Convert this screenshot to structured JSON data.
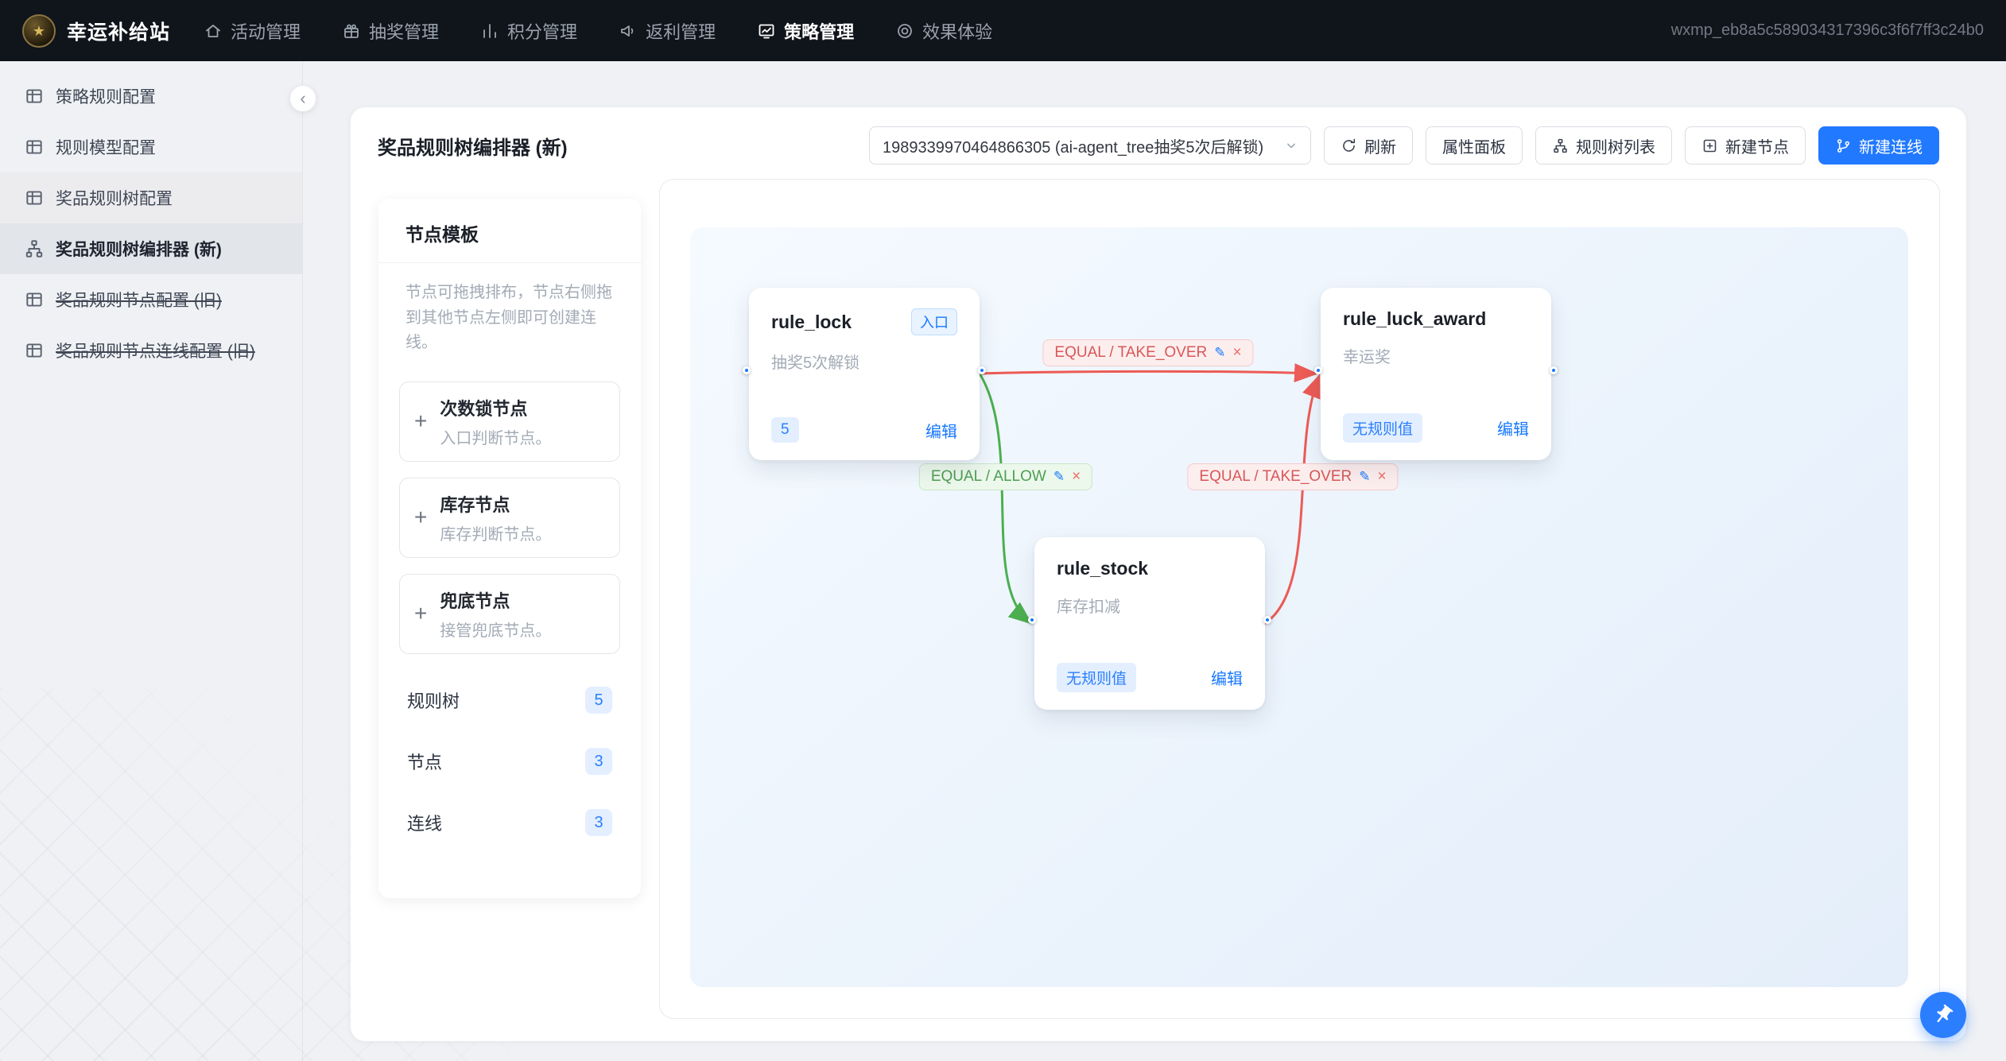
{
  "topbar": {
    "brand": "幸运补给站",
    "nav": [
      {
        "label": "活动管理"
      },
      {
        "label": "抽奖管理"
      },
      {
        "label": "积分管理"
      },
      {
        "label": "返利管理"
      },
      {
        "label": "策略管理"
      },
      {
        "label": "效果体验"
      }
    ],
    "session_id": "wxmp_eb8a5c589034317396c3f6f7ff3c24b0"
  },
  "sidebar": {
    "items": [
      {
        "label": "策略规则配置"
      },
      {
        "label": "规则模型配置"
      },
      {
        "label": "奖品规则树配置"
      },
      {
        "label": "奖品规则树编排器 (新)"
      },
      {
        "label": "奖品规则节点配置 (旧)"
      },
      {
        "label": "奖品规则节点连线配置 (旧)"
      }
    ]
  },
  "editor": {
    "title": "奖品规则树编排器 (新)",
    "tree_select_value": "1989339970464866305 (ai-agent_tree抽奖5次后解锁)",
    "refresh_label": "刷新",
    "properties_label": "属性面板",
    "tree_list_label": "规则树列表",
    "new_node_label": "新建节点",
    "new_edge_label": "新建连线"
  },
  "templates": {
    "title": "节点模板",
    "hint": "节点可拖拽排布，节点右侧拖到其他节点左侧即可创建连线。",
    "items": [
      {
        "name": "次数锁节点",
        "desc": "入口判断节点。"
      },
      {
        "name": "库存节点",
        "desc": "库存判断节点。"
      },
      {
        "name": "兜底节点",
        "desc": "接管兜底节点。"
      }
    ],
    "stats": [
      {
        "label": "规则树",
        "count": "5"
      },
      {
        "label": "节点",
        "count": "3"
      },
      {
        "label": "连线",
        "count": "3"
      }
    ]
  },
  "canvas": {
    "nodes": [
      {
        "title": "rule_lock",
        "entry_badge": "入口",
        "subtitle": "抽奖5次解锁",
        "value_badge": "5",
        "edit_label": "编辑"
      },
      {
        "title": "rule_luck_award",
        "subtitle": "幸运奖",
        "value_badge": "无规则值",
        "edit_label": "编辑"
      },
      {
        "title": "rule_stock",
        "subtitle": "库存扣减",
        "value_badge": "无规则值",
        "edit_label": "编辑"
      }
    ],
    "edges": [
      {
        "label": "EQUAL / TAKE_OVER",
        "from": "rule_lock",
        "to": "rule_luck_award",
        "color": "#ec5b56"
      },
      {
        "label": "EQUAL / ALLOW",
        "from": "rule_lock",
        "to": "rule_stock",
        "color": "#4caf50"
      },
      {
        "label": "EQUAL / TAKE_OVER",
        "from": "rule_stock",
        "to": "rule_luck_award",
        "color": "#ec5b56"
      }
    ]
  },
  "icons": {
    "plus": "+",
    "edit_pencil": "✎",
    "close": "×",
    "collapse_chevron": "‹",
    "logo_star": "★"
  }
}
